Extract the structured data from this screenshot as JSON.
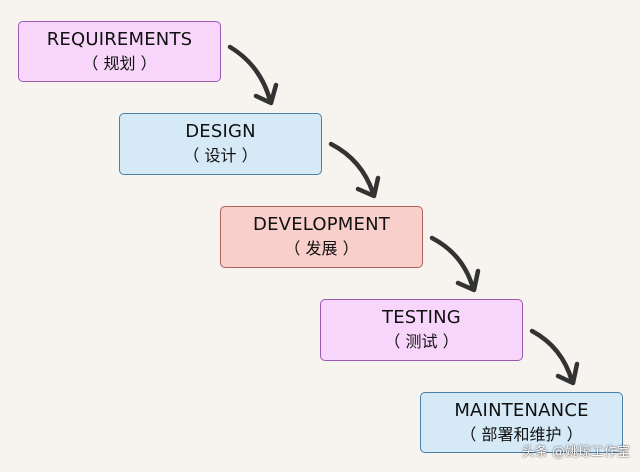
{
  "stages": [
    {
      "title": "REQUIREMENTS",
      "subtitle": "（ 规划 ）",
      "color": "#f8d6fb"
    },
    {
      "title": "DESIGN",
      "subtitle": "（ 设计 ）",
      "color": "#d6e9f7"
    },
    {
      "title": "DEVELOPMENT",
      "subtitle": "（ 发展 ）",
      "color": "#f8cfcb"
    },
    {
      "title": "TESTING",
      "subtitle": "（ 测试 ）",
      "color": "#f8d6fb"
    },
    {
      "title": "MAINTENANCE",
      "subtitle": "（ 部署和维护 ）",
      "color": "#d6e9f7"
    }
  ],
  "watermark": "头条 @姚琼工作室",
  "background": "#f7f3ef"
}
